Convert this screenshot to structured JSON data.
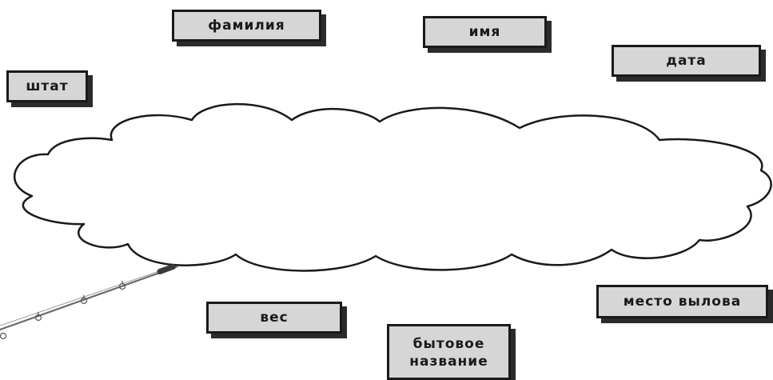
{
  "labels": {
    "familiya": "фамилия",
    "imya": "имя",
    "data": "дата",
    "shtat": "штат",
    "ves": "вес",
    "mesto_vylova": "место вылова",
    "bytovoe_line1": "бытовое",
    "bytovoe_line2": "название"
  },
  "colors": {
    "box_fill": "#d6d6d6",
    "border": "#1a1a1a",
    "shadow": "#2b2b2b",
    "cloud_stroke": "#1a1a1a"
  },
  "icons": {
    "cloud": "thought-cloud-icon",
    "rod": "fishing-rod-icon"
  }
}
